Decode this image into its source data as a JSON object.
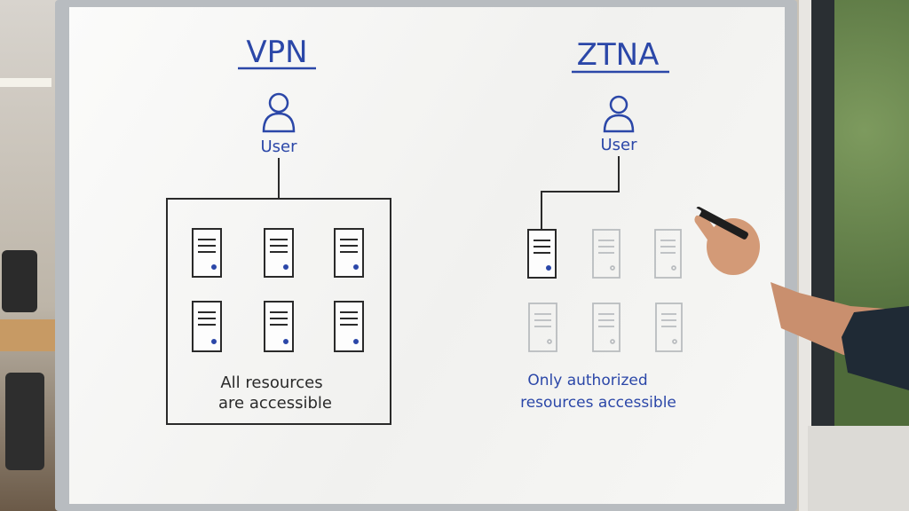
{
  "vpn": {
    "title": "VPN",
    "user_label": "User",
    "caption_line1": "All resources",
    "caption_line2": "are accessible"
  },
  "ztna": {
    "title": "ZTNA",
    "user_label": "User",
    "caption_line1": "Only authorized",
    "caption_line2": "resources accessible"
  },
  "colors": {
    "marker_blue": "#2b47a8",
    "marker_black": "#2a2a2a",
    "faded_gray": "#b9bcbf"
  },
  "icons": [
    "user-icon",
    "server-icon"
  ]
}
